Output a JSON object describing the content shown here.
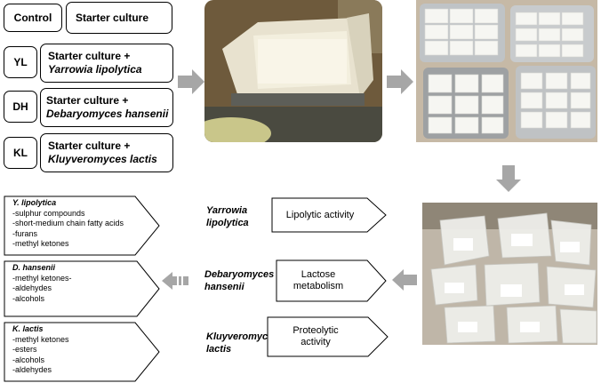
{
  "groups": [
    {
      "code": "Control",
      "base": "Starter culture",
      "organism": ""
    },
    {
      "code": "YL",
      "base": "Starter culture +",
      "organism": "Yarrowia lipolytica"
    },
    {
      "code": "DH",
      "base": "Starter culture +",
      "organism": "Debaryomyces hansenii"
    },
    {
      "code": "KL",
      "base": "Starter culture +",
      "organism": "Kluyveromyces lactis"
    }
  ],
  "activities": [
    {
      "organism_line1": "Yarrowia",
      "organism_line2": "lipolytica",
      "activity": "Lipolytic activity"
    },
    {
      "organism_line1": "Debaryomyces",
      "organism_line2": "hansenii",
      "activity": "Lactose metabolism"
    },
    {
      "organism_line1": "Kluyveromyces",
      "organism_line2": "lactis",
      "activity": "Proteolytic activity"
    }
  ],
  "volatiles": [
    {
      "title": "Y. lipolytica",
      "items": [
        "-sulphur compounds",
        "-short-medium chain fatty acids",
        "-furans",
        "-methyl ketones"
      ]
    },
    {
      "title": "D. hansenii",
      "items": [
        "-methyl ketones-",
        "-aldehydes",
        "-alcohols"
      ]
    },
    {
      "title": "K. lactis",
      "items": [
        "-methyl ketones",
        "-esters",
        "-alcohols",
        "-aldehydes"
      ]
    }
  ],
  "colors": {
    "arrow": "#a6a6a6",
    "border": "#000000"
  }
}
